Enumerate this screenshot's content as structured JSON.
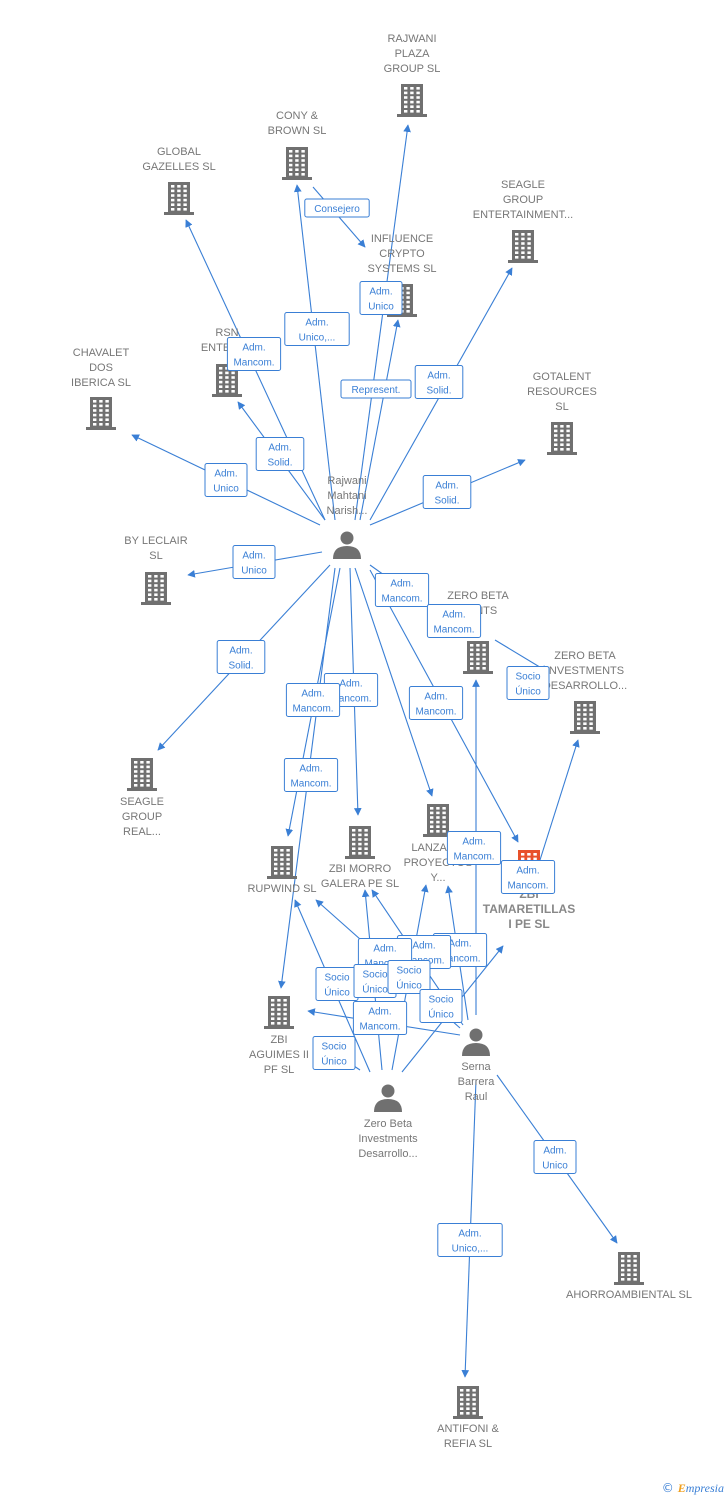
{
  "colors": {
    "edge": "#3a7fd5",
    "building": "#707070",
    "building_active": "#e8512a",
    "person": "#707070"
  },
  "nodes": [
    {
      "id": "rajwani_plaza",
      "kind": "company",
      "lines": [
        "RAJWANI",
        "PLAZA",
        "GROUP  SL"
      ]
    },
    {
      "id": "cony_brown",
      "kind": "company",
      "lines": [
        "CONY &",
        "BROWN  SL"
      ]
    },
    {
      "id": "global_gazelles",
      "kind": "company",
      "lines": [
        "GLOBAL",
        "GAZELLES SL"
      ]
    },
    {
      "id": "seagle_ent",
      "kind": "company",
      "lines": [
        "SEAGLE",
        "GROUP",
        "ENTERTAINMENT..."
      ]
    },
    {
      "id": "influence",
      "kind": "company",
      "lines": [
        "INFLUENCE",
        "CRYPTO",
        "SYSTEMS  SL"
      ]
    },
    {
      "id": "rsn",
      "kind": "company",
      "lines": [
        "RSN",
        "ENTERP..."
      ]
    },
    {
      "id": "chavalet",
      "kind": "company",
      "lines": [
        "CHAVALET",
        "DOS",
        "IBERICA  SL"
      ]
    },
    {
      "id": "gotalent",
      "kind": "company",
      "lines": [
        "GOTALENT",
        "RESOURCES",
        "SL"
      ]
    },
    {
      "id": "by_leclair",
      "kind": "company",
      "lines": [
        "BY LECLAIR",
        "SL"
      ]
    },
    {
      "id": "zero_beta_ents",
      "kind": "company",
      "lines": [
        "ZERO BETA",
        "...ENTS"
      ]
    },
    {
      "id": "zero_beta_inv",
      "kind": "company",
      "lines": [
        "ZERO BETA",
        "INVESTMENTS",
        "DESARROLLO..."
      ]
    },
    {
      "id": "seagle_real",
      "kind": "company",
      "lines": [
        "SEAGLE",
        "GROUP",
        "REAL..."
      ]
    },
    {
      "id": "lanzagorta",
      "kind": "company",
      "lines": [
        "LANZAG...",
        "PROYECTOS",
        "Y..."
      ]
    },
    {
      "id": "zbi_morro",
      "kind": "company",
      "lines": [
        "ZBI MORRO",
        "GALERA PE  SL"
      ]
    },
    {
      "id": "rupwind",
      "kind": "company",
      "lines": [
        "RUPWIND  SL"
      ]
    },
    {
      "id": "zbi_tamaretillas",
      "kind": "company_active",
      "lines": [
        "ZBI",
        "TAMARETILLAS",
        "I PE  SL"
      ]
    },
    {
      "id": "zbi_aguimes",
      "kind": "company",
      "lines": [
        "ZBI",
        "AGUIMES II",
        "PF  SL"
      ]
    },
    {
      "id": "ahorroambiental",
      "kind": "company",
      "lines": [
        "AHORROAMBIENTAL SL"
      ]
    },
    {
      "id": "antifoni",
      "kind": "company",
      "lines": [
        "ANTIFONI &",
        "REFIA  SL"
      ]
    },
    {
      "id": "rajwani",
      "kind": "person",
      "lines": [
        "Rajwani",
        "Mahtani",
        "Narish..."
      ]
    },
    {
      "id": "serna",
      "kind": "person",
      "lines": [
        "Serna",
        "Barrera",
        "Raul"
      ]
    },
    {
      "id": "zero_beta_person",
      "kind": "person",
      "lines": [
        "Zero Beta",
        "Investments",
        "Desarrollo..."
      ]
    }
  ],
  "edges": [
    {
      "from": "rajwani",
      "to": "rajwani_plaza",
      "label": [
        "Represent."
      ]
    },
    {
      "from": "rajwani",
      "to": "cony_brown",
      "label": [
        "Adm.",
        "Unico,..."
      ]
    },
    {
      "from": "cony_brown",
      "to": "influence",
      "label": [
        "Consejero"
      ]
    },
    {
      "from": "rajwani",
      "to": "influence",
      "label": [
        "Adm.",
        "Unico"
      ]
    },
    {
      "from": "rajwani",
      "to": "global_gazelles",
      "label": [
        "Adm.",
        "Mancom."
      ]
    },
    {
      "from": "rajwani",
      "to": "seagle_ent",
      "label": [
        "Adm.",
        "Solid."
      ]
    },
    {
      "from": "rajwani",
      "to": "rsn",
      "label": [
        "Adm.",
        "Solid."
      ]
    },
    {
      "from": "rajwani",
      "to": "chavalet",
      "label": [
        "Adm.",
        "Unico"
      ]
    },
    {
      "from": "rajwani",
      "to": "gotalent",
      "label": [
        "Adm.",
        "Solid."
      ]
    },
    {
      "from": "rajwani",
      "to": "by_leclair",
      "label": [
        "Adm.",
        "Unico"
      ]
    },
    {
      "from": "rajwani",
      "to": "seagle_real",
      "label": [
        "Adm.",
        "Solid."
      ]
    },
    {
      "from": "rajwani",
      "to": "zero_beta_ents",
      "label": [
        "Adm.",
        "Mancom."
      ]
    },
    {
      "from": "rajwani",
      "to": "zbi_tamaretillas",
      "label": [
        "Adm.",
        "Mancom."
      ]
    },
    {
      "from": "rajwani",
      "to": "zbi_morro",
      "label": [
        "Adm.",
        "Mancom."
      ]
    },
    {
      "from": "rajwani",
      "to": "lanzagorta",
      "label": [
        "Adm.",
        "Mancom."
      ]
    },
    {
      "from": "rajwani",
      "to": "rupwind",
      "label": [
        "Adm.",
        "Mancom."
      ]
    },
    {
      "from": "rajwani",
      "to": "zbi_aguimes",
      "label": [
        "Adm.",
        "Mancom."
      ]
    },
    {
      "from": "zero_beta_ents",
      "to": "zero_beta_inv",
      "label": [
        "Socio",
        "Único"
      ]
    },
    {
      "from": "serna",
      "to": "zero_beta_inv",
      "label": [
        "Adm.",
        "Mancom."
      ]
    },
    {
      "from": "serna",
      "to": "zero_beta_ents",
      "label": [
        "Adm.",
        "Mancom."
      ]
    },
    {
      "from": "serna",
      "to": "lanzagorta",
      "label": [
        "Adm.",
        "Mancom."
      ]
    },
    {
      "from": "serna",
      "to": "zbi_morro",
      "label": [
        "Adm.",
        "Mancom."
      ]
    },
    {
      "from": "serna",
      "to": "rupwind",
      "label": [
        "Adm.",
        "Mancom."
      ]
    },
    {
      "from": "serna",
      "to": "zbi_aguimes",
      "label": [
        "Adm.",
        "Mancom."
      ]
    },
    {
      "from": "serna",
      "to": "ahorroambiental",
      "label": [
        "Adm.",
        "Unico"
      ]
    },
    {
      "from": "serna",
      "to": "antifoni",
      "label": [
        "Adm.",
        "Unico,..."
      ]
    },
    {
      "from": "zero_beta_person",
      "to": "rupwind",
      "label": [
        "Socio",
        "Único"
      ]
    },
    {
      "from": "zero_beta_person",
      "to": "zbi_morro",
      "label": [
        "Socio",
        "Único"
      ]
    },
    {
      "from": "zero_beta_person",
      "to": "lanzagorta",
      "label": [
        "Socio",
        "Único"
      ]
    },
    {
      "from": "zero_beta_person",
      "to": "zbi_tamaretillas",
      "label": [
        "Socio",
        "Único"
      ]
    },
    {
      "from": "zero_beta_person",
      "to": "zbi_aguimes",
      "label": [
        "Socio",
        "Único"
      ]
    }
  ],
  "footer": {
    "copyright": "©",
    "brand_first": "E",
    "brand_rest": "mpresia"
  }
}
